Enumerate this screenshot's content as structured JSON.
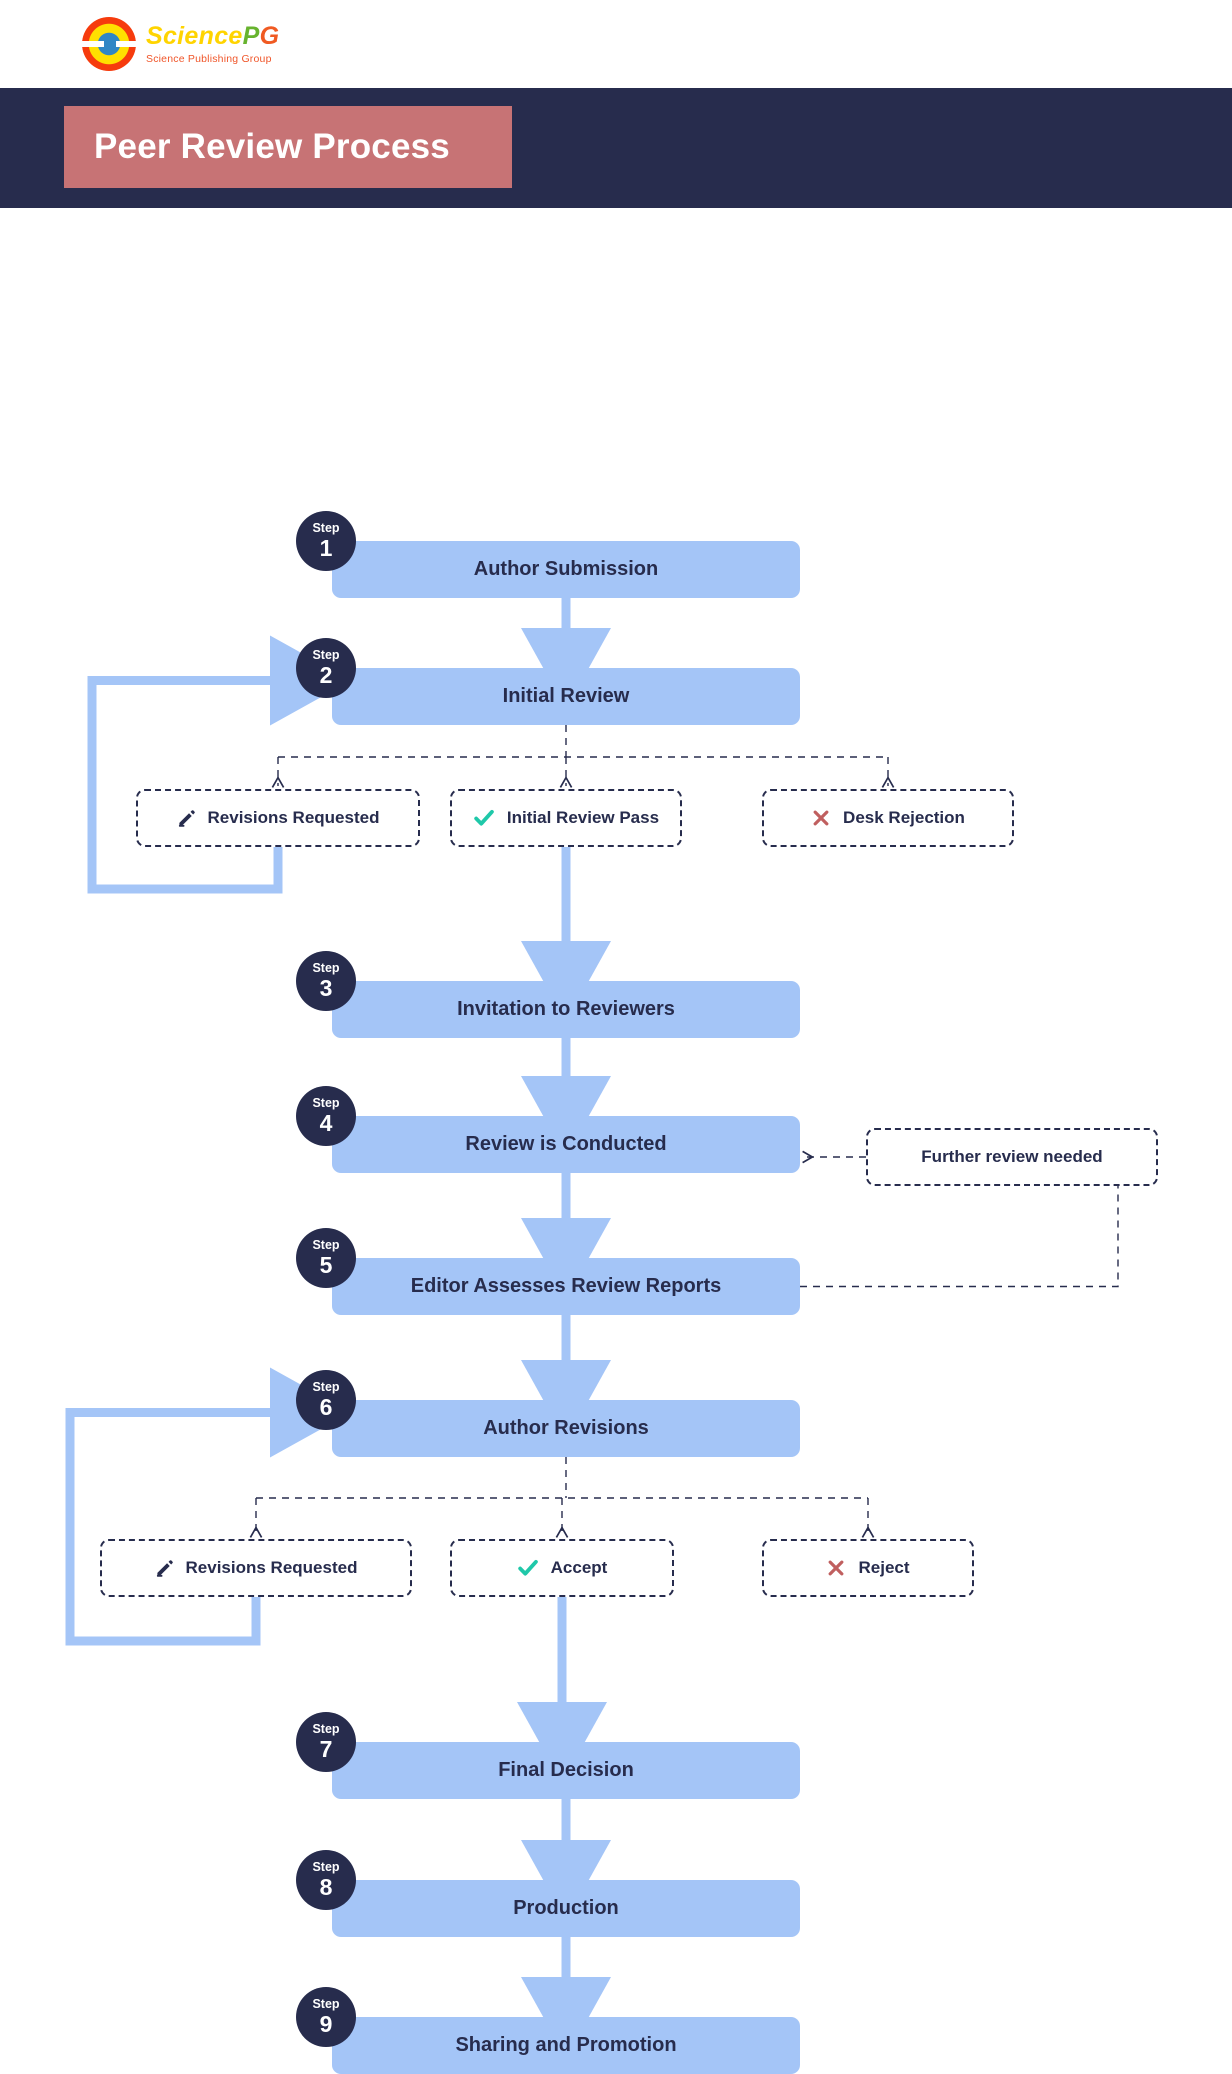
{
  "brand": {
    "name_part1": "Science",
    "name_part2": "P",
    "name_part3": "G",
    "tagline": "Science Publishing Group"
  },
  "header": {
    "title": "Peer Review Process",
    "band_color": "#272c4d",
    "plate_color": "#c77375"
  },
  "colors": {
    "process_box": "#a4c5f7",
    "badge": "#272c4d",
    "text_dark": "#272c4d",
    "accept_green": "#1fc8a9",
    "reject_red": "#c05f5f",
    "dashed_border": "#272c4d"
  },
  "steps": [
    {
      "label": "Step",
      "number": "1",
      "title": "Author Submission"
    },
    {
      "label": "Step",
      "number": "2",
      "title": "Initial Review"
    },
    {
      "label": "Step",
      "number": "3",
      "title": "Invitation to Reviewers"
    },
    {
      "label": "Step",
      "number": "4",
      "title": "Review is Conducted"
    },
    {
      "label": "Step",
      "number": "5",
      "title": "Editor Assesses Review Reports"
    },
    {
      "label": "Step",
      "number": "6",
      "title": "Author Revisions"
    },
    {
      "label": "Step",
      "number": "7",
      "title": "Final Decision"
    },
    {
      "label": "Step",
      "number": "8",
      "title": "Production"
    },
    {
      "label": "Step",
      "number": "9",
      "title": "Sharing and Promotion"
    }
  ],
  "branch_row_1": [
    {
      "label": "Revisions Requested",
      "icon": "pencil-icon"
    },
    {
      "label": "Initial Review Pass",
      "icon": "check-icon"
    },
    {
      "label": "Desk Rejection",
      "icon": "cross-icon"
    }
  ],
  "branch_row_2": [
    {
      "label": "Revisions Requested",
      "icon": "pencil-icon"
    },
    {
      "label": "Accept",
      "icon": "check-icon"
    },
    {
      "label": "Reject",
      "icon": "cross-icon"
    }
  ],
  "side_note": {
    "label": "Further review needed"
  }
}
